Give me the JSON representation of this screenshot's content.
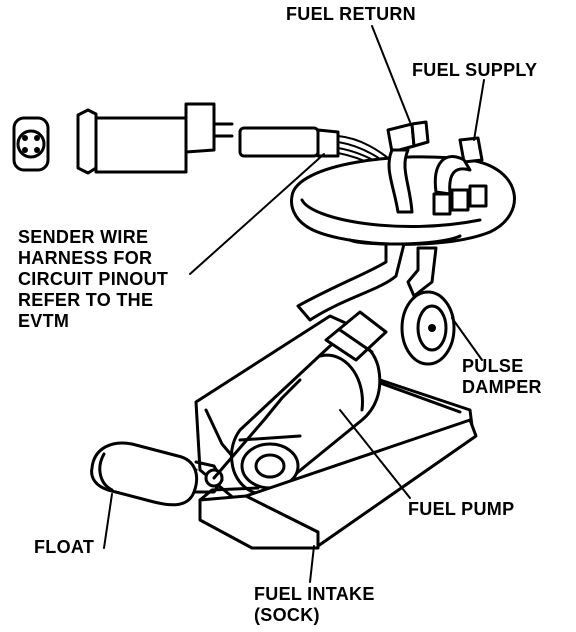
{
  "labels": {
    "fuel_return": "FUEL RETURN",
    "fuel_supply": "FUEL SUPPLY",
    "sender_wire": "SENDER WIRE\nHARNESS FOR\nCIRCUIT PINOUT\nREFER TO THE\nEVTM",
    "pulse_damper": "PULSE\nDAMPER",
    "fuel_pump": "FUEL PUMP",
    "float": "FLOAT",
    "fuel_intake": "FUEL INTAKE\n(SOCK)"
  }
}
